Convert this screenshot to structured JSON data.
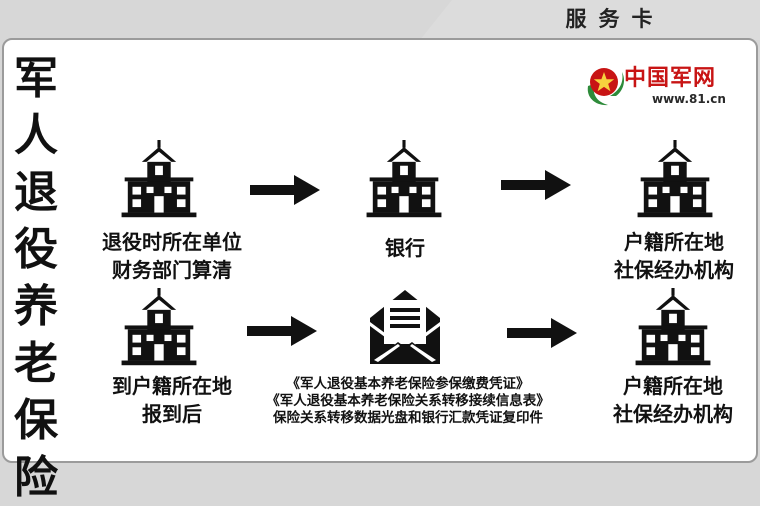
{
  "header": {
    "tab_label": "服务卡"
  },
  "title": {
    "characters": [
      "军",
      "人",
      "退",
      "役",
      "养",
      "老",
      "保",
      "险"
    ]
  },
  "logo": {
    "name": "中国军网",
    "url": "www.81.cn"
  },
  "row1": {
    "step1": {
      "line1": "退役时所在单位",
      "line2": "财务部门算清"
    },
    "step2": {
      "line1": "银行"
    },
    "step3": {
      "line1": "户籍所在地",
      "line2": "社保经办机构"
    }
  },
  "row2": {
    "step1": {
      "line1": "到户籍所在地",
      "line2": "报到后"
    },
    "step2": {
      "line1": "《军人退役基本养老保险参保缴费凭证》",
      "line2": "《军人退役基本养老保险关系转移接续信息表》",
      "line3": "保险关系转移数据光盘和银行汇款凭证复印件"
    },
    "step3": {
      "line1": "户籍所在地",
      "line2": "社保经办机构"
    }
  },
  "icons": {
    "building": "building-icon",
    "envelope": "envelope-icon",
    "arrow": "arrow-right-icon",
    "logo": "star-emblem-icon"
  },
  "colors": {
    "icon": "#111111",
    "logo_red": "#c81414",
    "logo_green": "#2e8b3a"
  }
}
